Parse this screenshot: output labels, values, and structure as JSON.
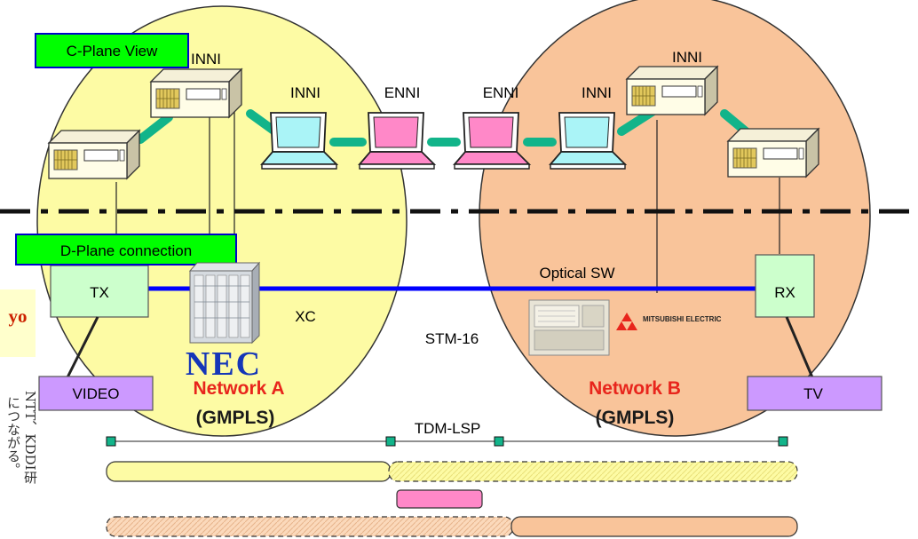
{
  "labels": {
    "c_plane_view": "C-Plane View",
    "d_plane_connection": "D-Plane connection",
    "inni": "INNI",
    "enni": "ENNI",
    "tx": "TX",
    "rx": "RX",
    "xc": "XC",
    "optical_sw": "Optical SW",
    "stm16": "STM-16",
    "video": "VIDEO",
    "tv": "TV",
    "tdm_lsp": "TDM-LSP",
    "network_a": "Network A",
    "network_b": "Network B",
    "gmpls": "(GMPLS)",
    "nec_logo": "NEC",
    "mitsubishi_logo": "MITSUBISHI ELECTRIC",
    "partial_left": "yo",
    "jp_vertical_1": "につながる。",
    "jp_vertical_2": "NTT、KDDI研"
  },
  "colors": {
    "network_a_fill": "#fdfba4",
    "network_b_fill": "#f9c49a",
    "label_box_green": "#00ff00",
    "port_box_fill": "#ccffcc",
    "endpoint_fill": "#cc99ff",
    "enni_laptop": "#ff88c8",
    "inni_laptop": "#aaf4f7",
    "data_line": "#0000ff",
    "link_cable": "#12b48a"
  }
}
